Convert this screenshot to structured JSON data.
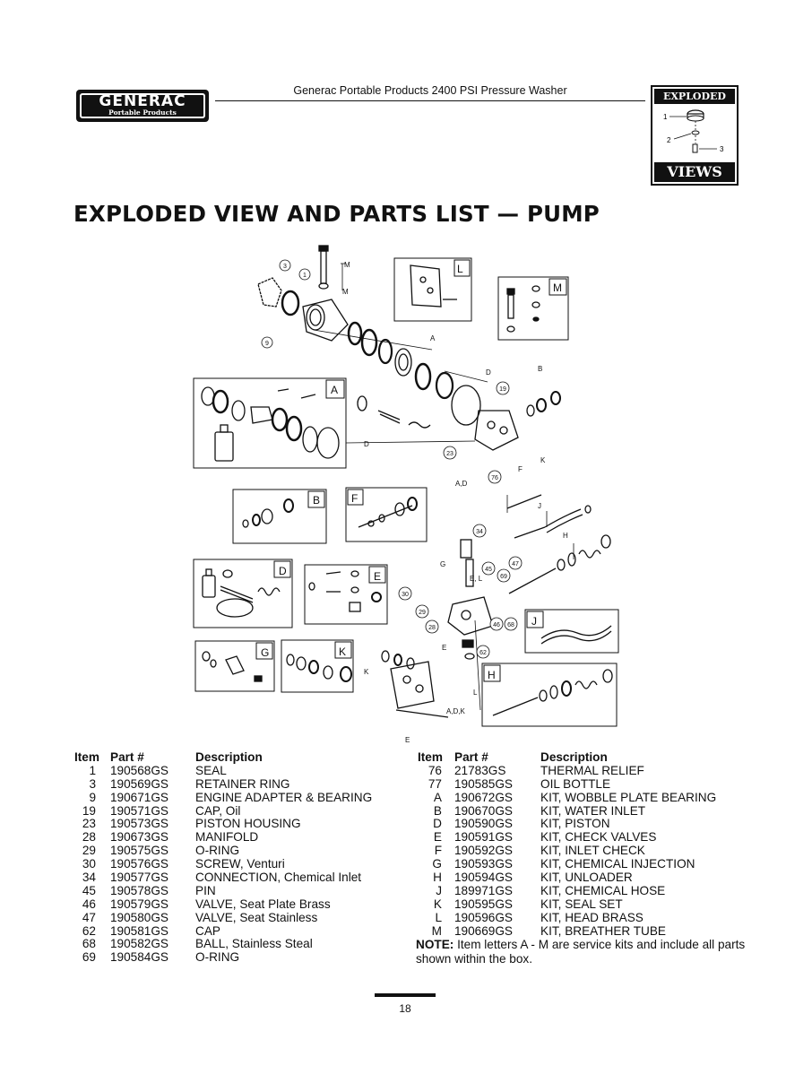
{
  "header": {
    "brand": "GENERAC",
    "brand_sub": "Portable Products",
    "doc_title": "Generac Portable Products 2400 PSI Pressure Washer",
    "badge_top": "EXPLODED",
    "badge_bottom": "VIEWS",
    "badge_callouts": [
      "1",
      "2",
      "3"
    ]
  },
  "page_title": "EXPLODED VIEW AND PARTS LIST — PUMP",
  "diagram": {
    "box_labels": [
      "A",
      "B",
      "D",
      "E",
      "F",
      "G",
      "H",
      "J",
      "K",
      "L",
      "M"
    ],
    "callouts": [
      "3",
      "1",
      "9",
      "19",
      "23",
      "76",
      "34",
      "45",
      "47",
      "69",
      "30",
      "29",
      "28",
      "46",
      "68",
      "62"
    ],
    "letter_markers": [
      "M",
      "M",
      "A",
      "D",
      "B",
      "D",
      "K",
      "A,D",
      "F",
      "J",
      "H",
      "G",
      "E, L",
      "E",
      "K",
      "L",
      "A,D,K",
      "E"
    ]
  },
  "parts_table": {
    "headers": {
      "item": "Item",
      "part": "Part #",
      "description": "Description"
    },
    "left": [
      {
        "item": "1",
        "part": "190568GS",
        "description": "SEAL"
      },
      {
        "item": "3",
        "part": "190569GS",
        "description": "RETAINER RING"
      },
      {
        "item": "9",
        "part": "190671GS",
        "description": "ENGINE ADAPTER & BEARING"
      },
      {
        "item": "19",
        "part": "190571GS",
        "description": "CAP, Oil"
      },
      {
        "item": "23",
        "part": "190573GS",
        "description": "PISTON HOUSING"
      },
      {
        "item": "28",
        "part": "190673GS",
        "description": "MANIFOLD"
      },
      {
        "item": "29",
        "part": "190575GS",
        "description": "O-RING"
      },
      {
        "item": "30",
        "part": "190576GS",
        "description": "SCREW, Venturi"
      },
      {
        "item": "34",
        "part": "190577GS",
        "description": "CONNECTION, Chemical Inlet"
      },
      {
        "item": "45",
        "part": "190578GS",
        "description": "PIN"
      },
      {
        "item": "46",
        "part": "190579GS",
        "description": "VALVE, Seat Plate Brass"
      },
      {
        "item": "47",
        "part": "190580GS",
        "description": "VALVE, Seat Stainless"
      },
      {
        "item": "62",
        "part": "190581GS",
        "description": "CAP"
      },
      {
        "item": "68",
        "part": "190582GS",
        "description": "BALL, Stainless Steal"
      },
      {
        "item": "69",
        "part": "190584GS",
        "description": "O-RING"
      }
    ],
    "right": [
      {
        "item": "76",
        "part": "21783GS",
        "description": "THERMAL RELIEF"
      },
      {
        "item": "77",
        "part": "190585GS",
        "description": "OIL BOTTLE"
      },
      {
        "item": "A",
        "part": "190672GS",
        "description": "KIT, WOBBLE PLATE BEARING"
      },
      {
        "item": "B",
        "part": "190670GS",
        "description": "KIT, WATER INLET"
      },
      {
        "item": "D",
        "part": "190590GS",
        "description": "KIT, PISTON"
      },
      {
        "item": "E",
        "part": "190591GS",
        "description": "KIT, CHECK VALVES"
      },
      {
        "item": "F",
        "part": "190592GS",
        "description": "KIT, INLET CHECK"
      },
      {
        "item": "G",
        "part": "190593GS",
        "description": "KIT, CHEMICAL INJECTION"
      },
      {
        "item": "H",
        "part": "190594GS",
        "description": "KIT, UNLOADER"
      },
      {
        "item": "J",
        "part": "189971GS",
        "description": "KIT, CHEMICAL HOSE"
      },
      {
        "item": "K",
        "part": "190595GS",
        "description": "KIT, SEAL SET"
      },
      {
        "item": "L",
        "part": "190596GS",
        "description": "KIT, HEAD BRASS"
      },
      {
        "item": "M",
        "part": "190669GS",
        "description": "KIT, BREATHER TUBE"
      }
    ]
  },
  "note": {
    "label": "NOTE:",
    "text": "Item letters A - M are service kits and include all parts shown within the box."
  },
  "page_number": "18"
}
